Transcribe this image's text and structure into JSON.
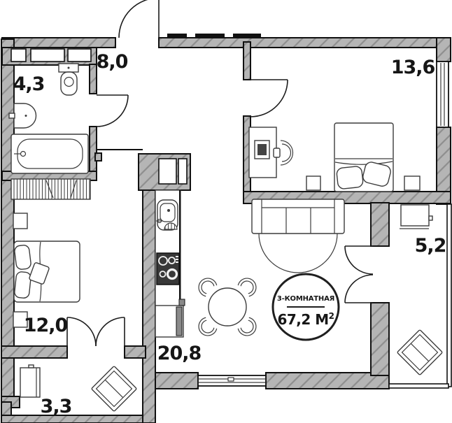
{
  "plan": {
    "type_label": "3-КОМНАТНАЯ",
    "total_area_main": "67,2 М",
    "total_area_sup": "2",
    "rooms": [
      {
        "id": "bathroom",
        "area": "4,3"
      },
      {
        "id": "hallway",
        "area": "8,0"
      },
      {
        "id": "bedroom-main",
        "area": "13,6"
      },
      {
        "id": "balcony",
        "area": "5,2"
      },
      {
        "id": "bedroom-second",
        "area": "12,0"
      },
      {
        "id": "kitchen-living",
        "area": "20,8"
      },
      {
        "id": "entry-storage",
        "area": "3,3"
      }
    ],
    "colors": {
      "wall_fill": "#b5b5b5",
      "wall_hatch": "#8e8e8e",
      "outline": "#111111",
      "furniture_line": "#3c3c3c"
    }
  }
}
